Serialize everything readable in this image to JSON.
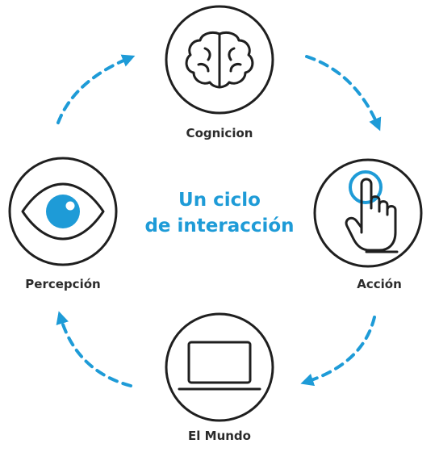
{
  "center": {
    "line1": "Un ciclo",
    "line2": "de interacción"
  },
  "nodes": {
    "cognicion": {
      "label": "Cognicion",
      "icon": "brain-icon"
    },
    "accion": {
      "label": "Acción",
      "icon": "hand-pointer-icon"
    },
    "mundo": {
      "label": "El Mundo",
      "icon": "laptop-icon"
    },
    "percepcion": {
      "label": "Percepción",
      "icon": "eye-icon"
    }
  },
  "colors": {
    "accent": "#1e9bd7",
    "outline": "#1f1f1f",
    "label": "#2b2b2b"
  }
}
